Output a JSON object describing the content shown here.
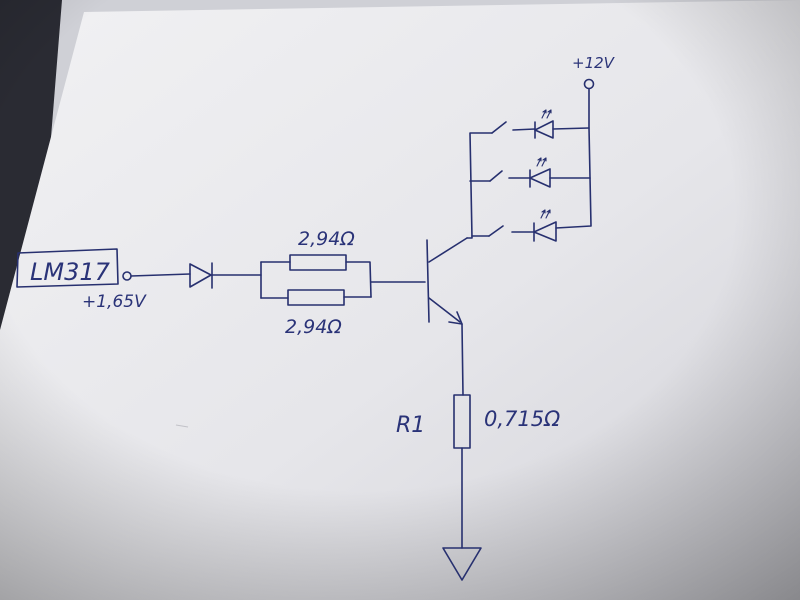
{
  "labels": {
    "regulator": "LM317",
    "input_voltage": "+1,65V",
    "resistor_top_value": "2,94Ω",
    "resistor_bottom_value": "2,94Ω",
    "supply_voltage": "+12V",
    "emitter_resistor_name": "R1",
    "emitter_resistor_value": "0,715Ω"
  },
  "colors": {
    "ink": "#27306f",
    "paper": "#ececef",
    "background": "#2a2b33"
  },
  "components": [
    "voltage-regulator-box",
    "input-terminal",
    "series-diode",
    "parallel-resistor-top",
    "parallel-resistor-bottom",
    "npn-transistor",
    "emitter-resistor",
    "ground-symbol",
    "supply-terminal",
    "led-1",
    "led-2",
    "led-3",
    "switch-1",
    "switch-2",
    "switch-3"
  ]
}
